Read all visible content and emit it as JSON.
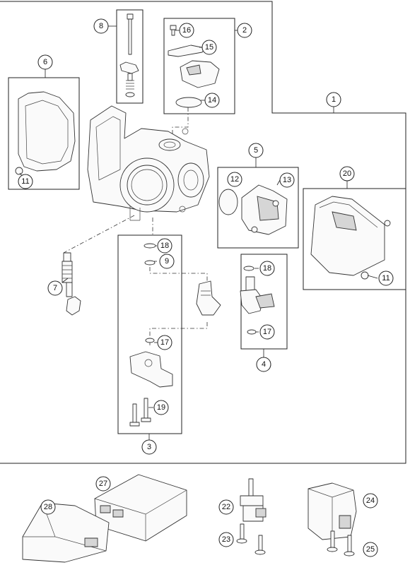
{
  "callouts": {
    "c1": "1",
    "c2": "2",
    "c3": "3",
    "c4": "4",
    "c5": "5",
    "c6": "6",
    "c7": "7",
    "c8": "8",
    "c9": "9",
    "c11a": "11",
    "c11b": "11",
    "c12": "12",
    "c13": "13",
    "c14": "14",
    "c15": "15",
    "c16": "16",
    "c17a": "17",
    "c17b": "17",
    "c18a": "18",
    "c18b": "18",
    "c19": "19",
    "c20": "20",
    "c22": "22",
    "c23": "23",
    "c24": "24",
    "c25": "25",
    "c27": "27",
    "c28": "28"
  }
}
